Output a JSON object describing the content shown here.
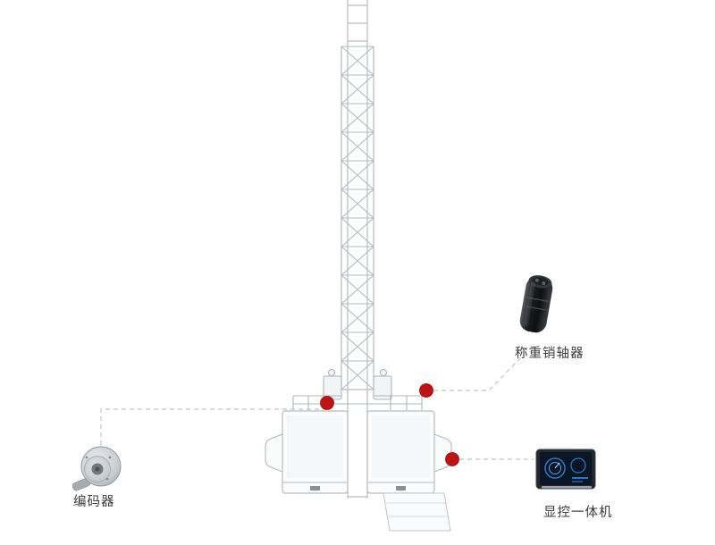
{
  "diagram": {
    "type": "annotated-product-illustration",
    "subject": "construction hoist with lattice mast and twin cages, sensor components called out",
    "components": [
      {
        "id": "encoder",
        "label": "编码器"
      },
      {
        "id": "load-pin-sensor",
        "label": "称重销轴器"
      },
      {
        "id": "display-terminal",
        "label": "显控一体机"
      }
    ]
  },
  "colors": {
    "marker": "#bf1414",
    "connector": "#c9cdd2",
    "structure": "#b6bbc0",
    "label_text": "#3c3c3c",
    "background": "#ffffff"
  }
}
